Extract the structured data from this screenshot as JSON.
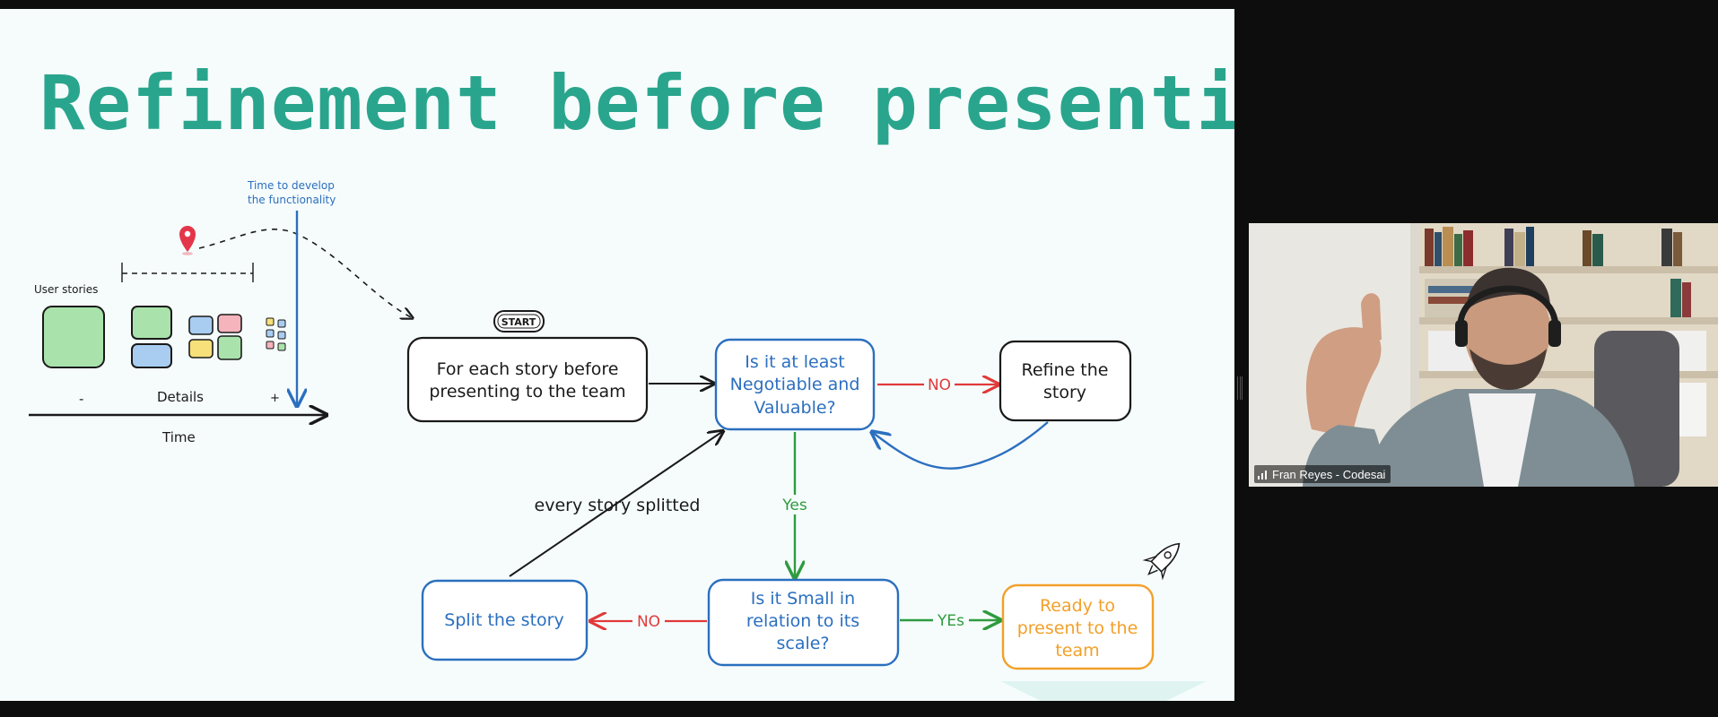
{
  "slide": {
    "title": "Refinement before presenting",
    "timeline": {
      "time_to_develop_line1": "Time to develop",
      "time_to_develop_line2": "the functionality",
      "user_stories_label": "User stories",
      "details_minus": "-",
      "details_label": "Details",
      "details_plus": "+",
      "time_label": "Time"
    },
    "flow": {
      "start_label": "START",
      "for_each_line1": "For each story before",
      "for_each_line2": "presenting to the team",
      "negotiable_line1": "Is it at least",
      "negotiable_line2": "Negotiable and",
      "negotiable_line3": "Valuable?",
      "no_top": "NO",
      "refine_line1": "Refine the",
      "refine_line2": "story",
      "yes_down": "Yes",
      "every_story": "every story splitted",
      "split_label": "Split the story",
      "no_bottom": "NO",
      "small_line1": "Is it Small in",
      "small_line2": "relation to its",
      "small_line3": "scale?",
      "yes_right": "YEs",
      "ready_line1": "Ready to",
      "ready_line2": "present to the",
      "ready_line3": "team"
    },
    "colors": {
      "title": "#2aa58d",
      "blue": "#2b6fbf",
      "red": "#e03a3a",
      "green": "#2e9b3e",
      "orange": "#f2a02a",
      "black": "#1a1a1a"
    }
  },
  "video_tile": {
    "participant_name": "Fran Reyes - Codesai",
    "signal_icon": "signal-bars-icon"
  }
}
